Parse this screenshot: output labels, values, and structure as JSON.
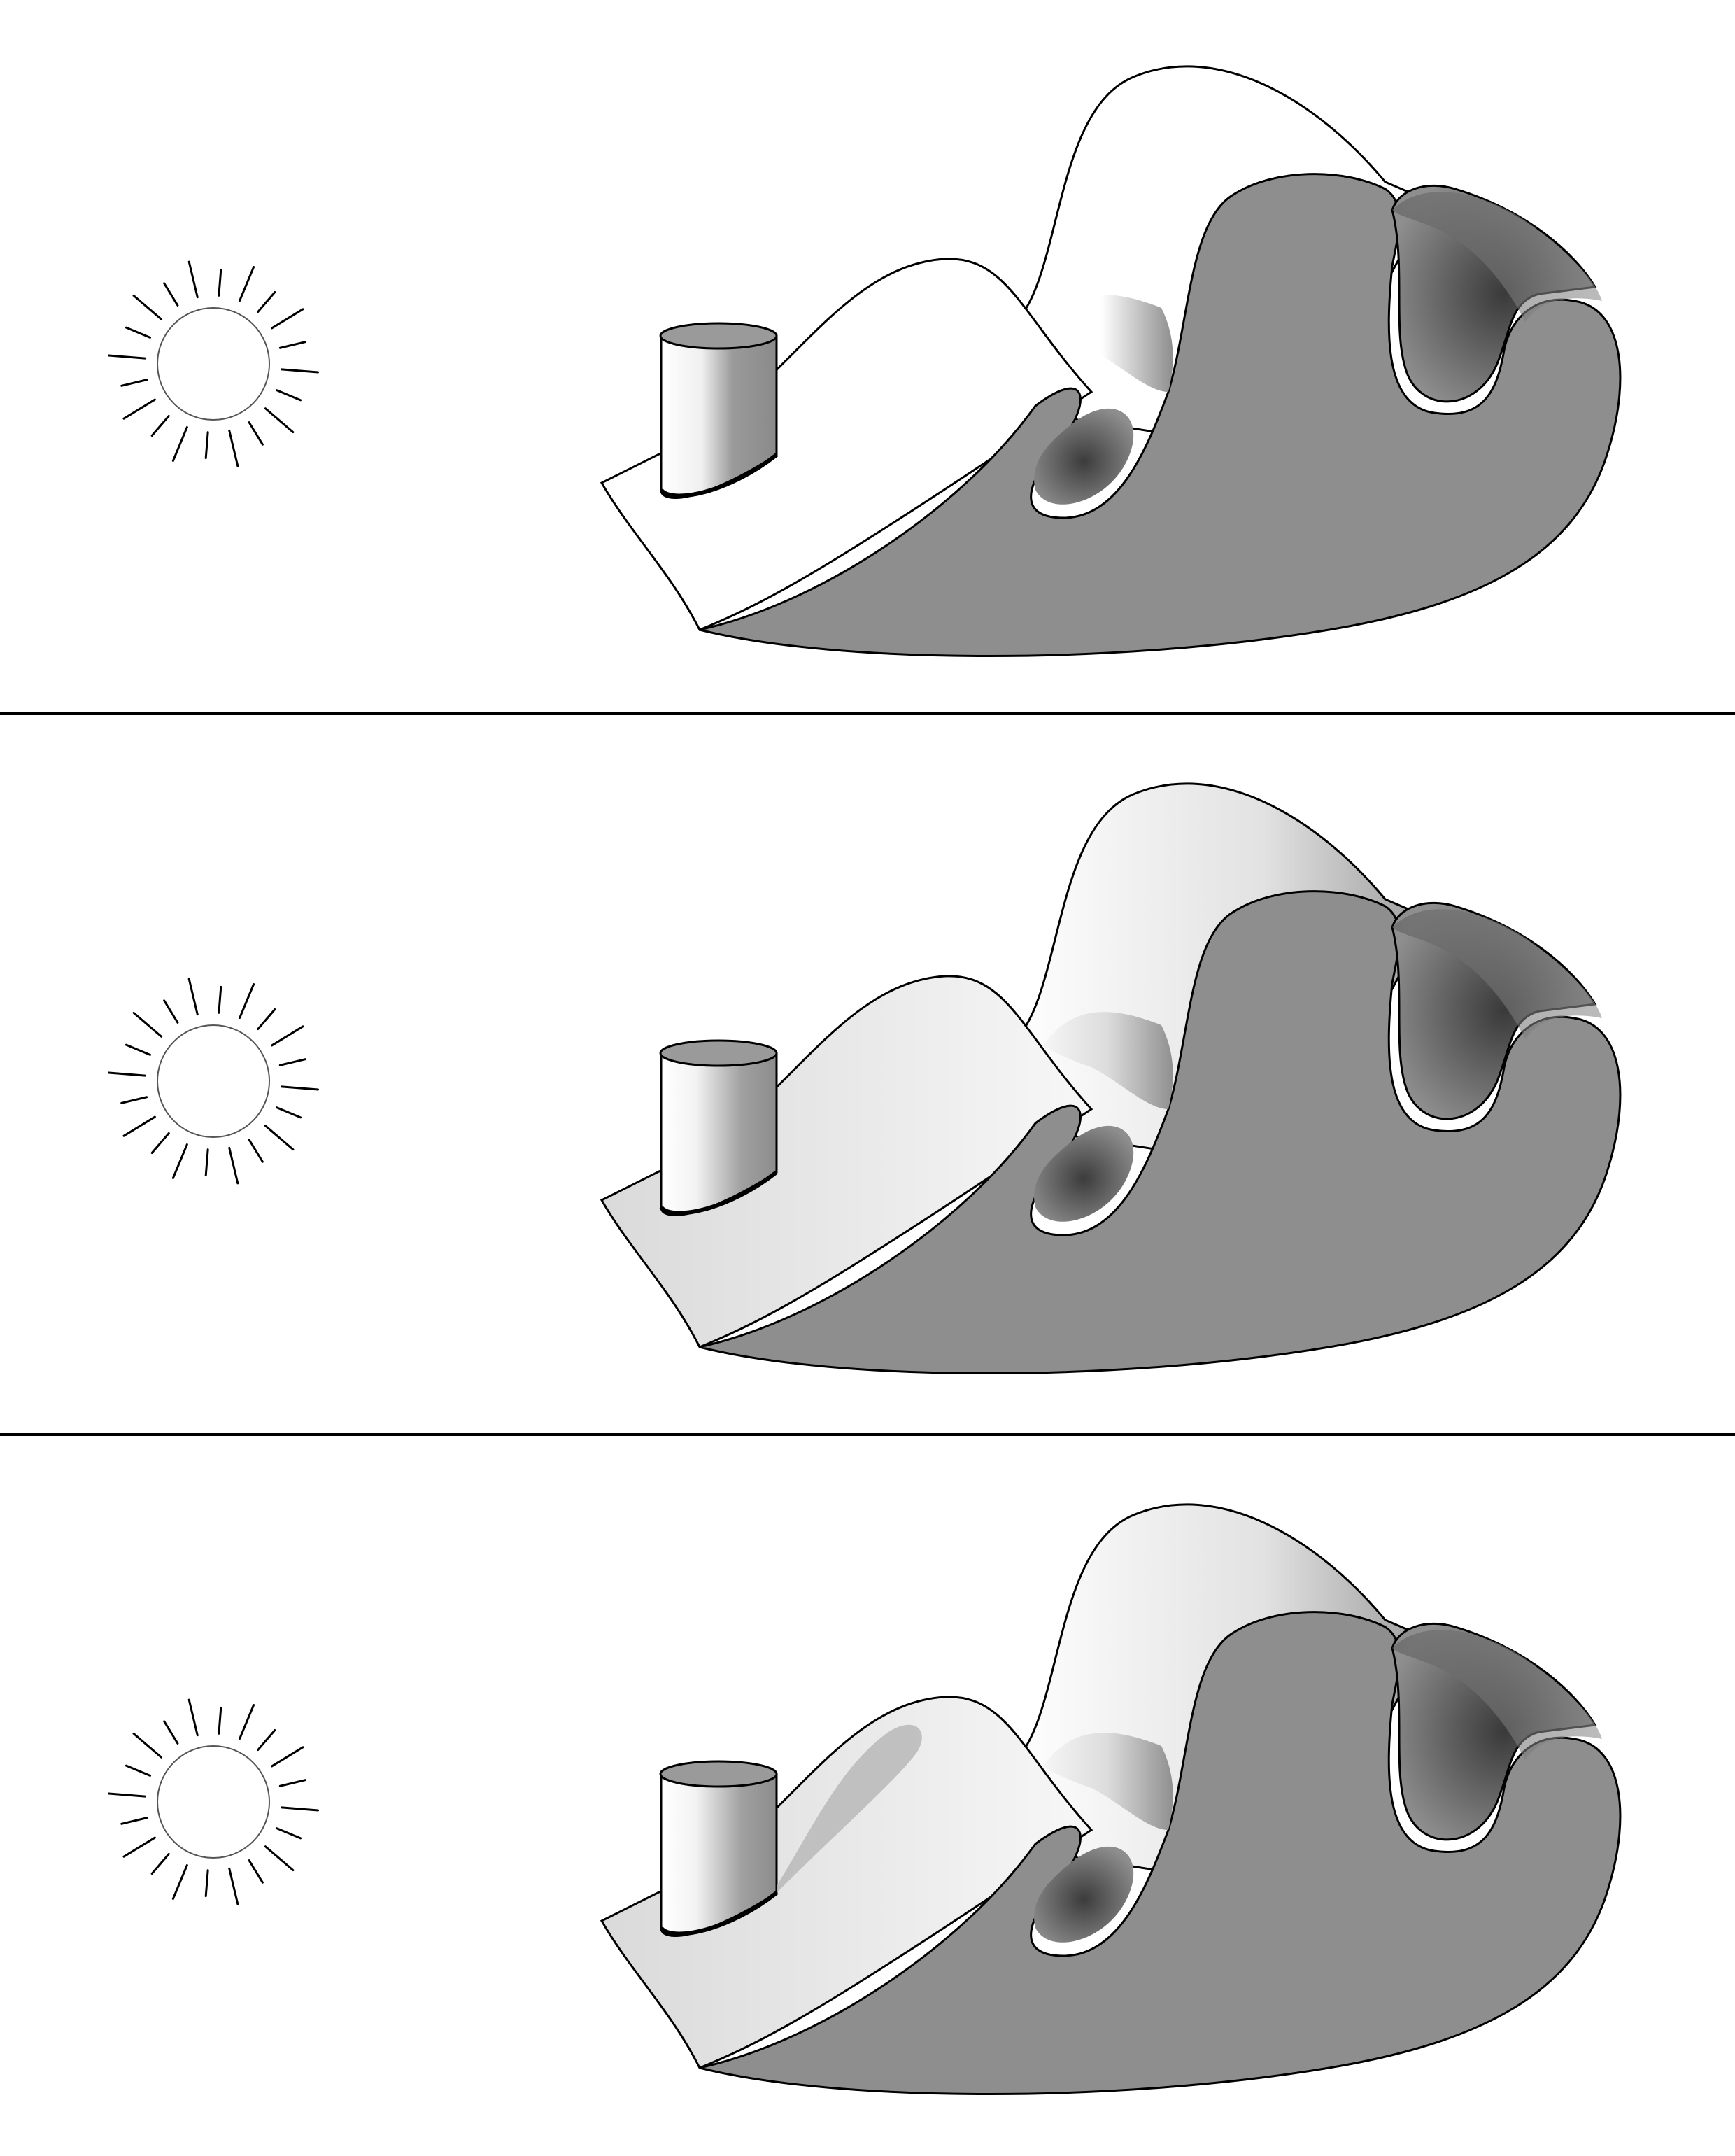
{
  "colors": {
    "background": "#ffffff",
    "outline": "#000000",
    "shadow_face": "#8e8e8e",
    "deep_shadow": "#3a3a3a",
    "lit_face": "#f4f4f4",
    "cast_shadow": "#b9b9b9"
  },
  "panels": [
    {
      "sun_icon": "sun-icon",
      "terrain_icon": "terrain-icon",
      "cylinder_icon": "cylinder-icon",
      "shading": "flat",
      "cast_shadow": false
    },
    {
      "sun_icon": "sun-icon",
      "terrain_icon": "terrain-icon",
      "cylinder_icon": "cylinder-icon",
      "shading": "smooth",
      "cast_shadow": false
    },
    {
      "sun_icon": "sun-icon",
      "terrain_icon": "terrain-icon",
      "cylinder_icon": "cylinder-icon",
      "shading": "smooth",
      "cast_shadow": true
    }
  ]
}
